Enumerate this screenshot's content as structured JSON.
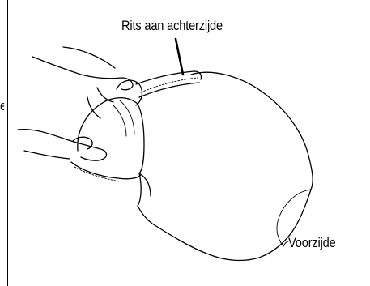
{
  "labels": {
    "zipper_back": "Rits aan achterzijde",
    "front": "Voorzijde",
    "cut_off_edge_text": "e"
  },
  "colors": {
    "line": "#000000",
    "background": "#ffffff"
  }
}
